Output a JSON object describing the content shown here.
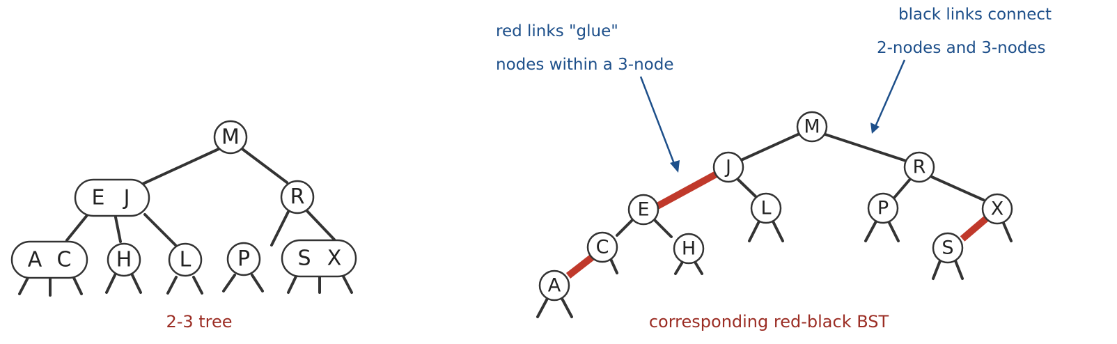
{
  "colors": {
    "black_link": "#333333",
    "red_link": "#c0392b",
    "annotation": "#1d4f8a",
    "caption": "#9b2d24"
  },
  "tree23": {
    "caption": "2-3 tree",
    "nodes": [
      {
        "id": "M",
        "keys": [
          "M"
        ]
      },
      {
        "id": "EJ",
        "keys": [
          "E",
          "J"
        ]
      },
      {
        "id": "R",
        "keys": [
          "R"
        ]
      },
      {
        "id": "AC",
        "keys": [
          "A",
          "C"
        ]
      },
      {
        "id": "H",
        "keys": [
          "H"
        ]
      },
      {
        "id": "L",
        "keys": [
          "L"
        ]
      },
      {
        "id": "P",
        "keys": [
          "P"
        ]
      },
      {
        "id": "SX",
        "keys": [
          "S",
          "X"
        ]
      }
    ],
    "edges": [
      [
        "M",
        "EJ"
      ],
      [
        "M",
        "R"
      ],
      [
        "EJ",
        "AC"
      ],
      [
        "EJ",
        "H"
      ],
      [
        "EJ",
        "L"
      ],
      [
        "R",
        "P"
      ],
      [
        "R",
        "SX"
      ]
    ]
  },
  "rbbst": {
    "caption": "corresponding red-black BST",
    "nodes": [
      "M",
      "J",
      "R",
      "E",
      "L",
      "P",
      "X",
      "C",
      "H",
      "S",
      "A"
    ],
    "edges": [
      {
        "from": "M",
        "to": "J",
        "color": "black"
      },
      {
        "from": "M",
        "to": "R",
        "color": "black"
      },
      {
        "from": "J",
        "to": "E",
        "color": "red"
      },
      {
        "from": "J",
        "to": "L",
        "color": "black"
      },
      {
        "from": "E",
        "to": "C",
        "color": "black"
      },
      {
        "from": "E",
        "to": "H",
        "color": "black"
      },
      {
        "from": "C",
        "to": "A",
        "color": "red"
      },
      {
        "from": "R",
        "to": "P",
        "color": "black"
      },
      {
        "from": "R",
        "to": "X",
        "color": "black"
      },
      {
        "from": "X",
        "to": "S",
        "color": "red"
      }
    ]
  },
  "annotations": {
    "red_links": [
      "red links \"glue\"",
      "nodes within a 3-node"
    ],
    "black_links": [
      "black links connect",
      "2-nodes and 3-nodes"
    ]
  }
}
